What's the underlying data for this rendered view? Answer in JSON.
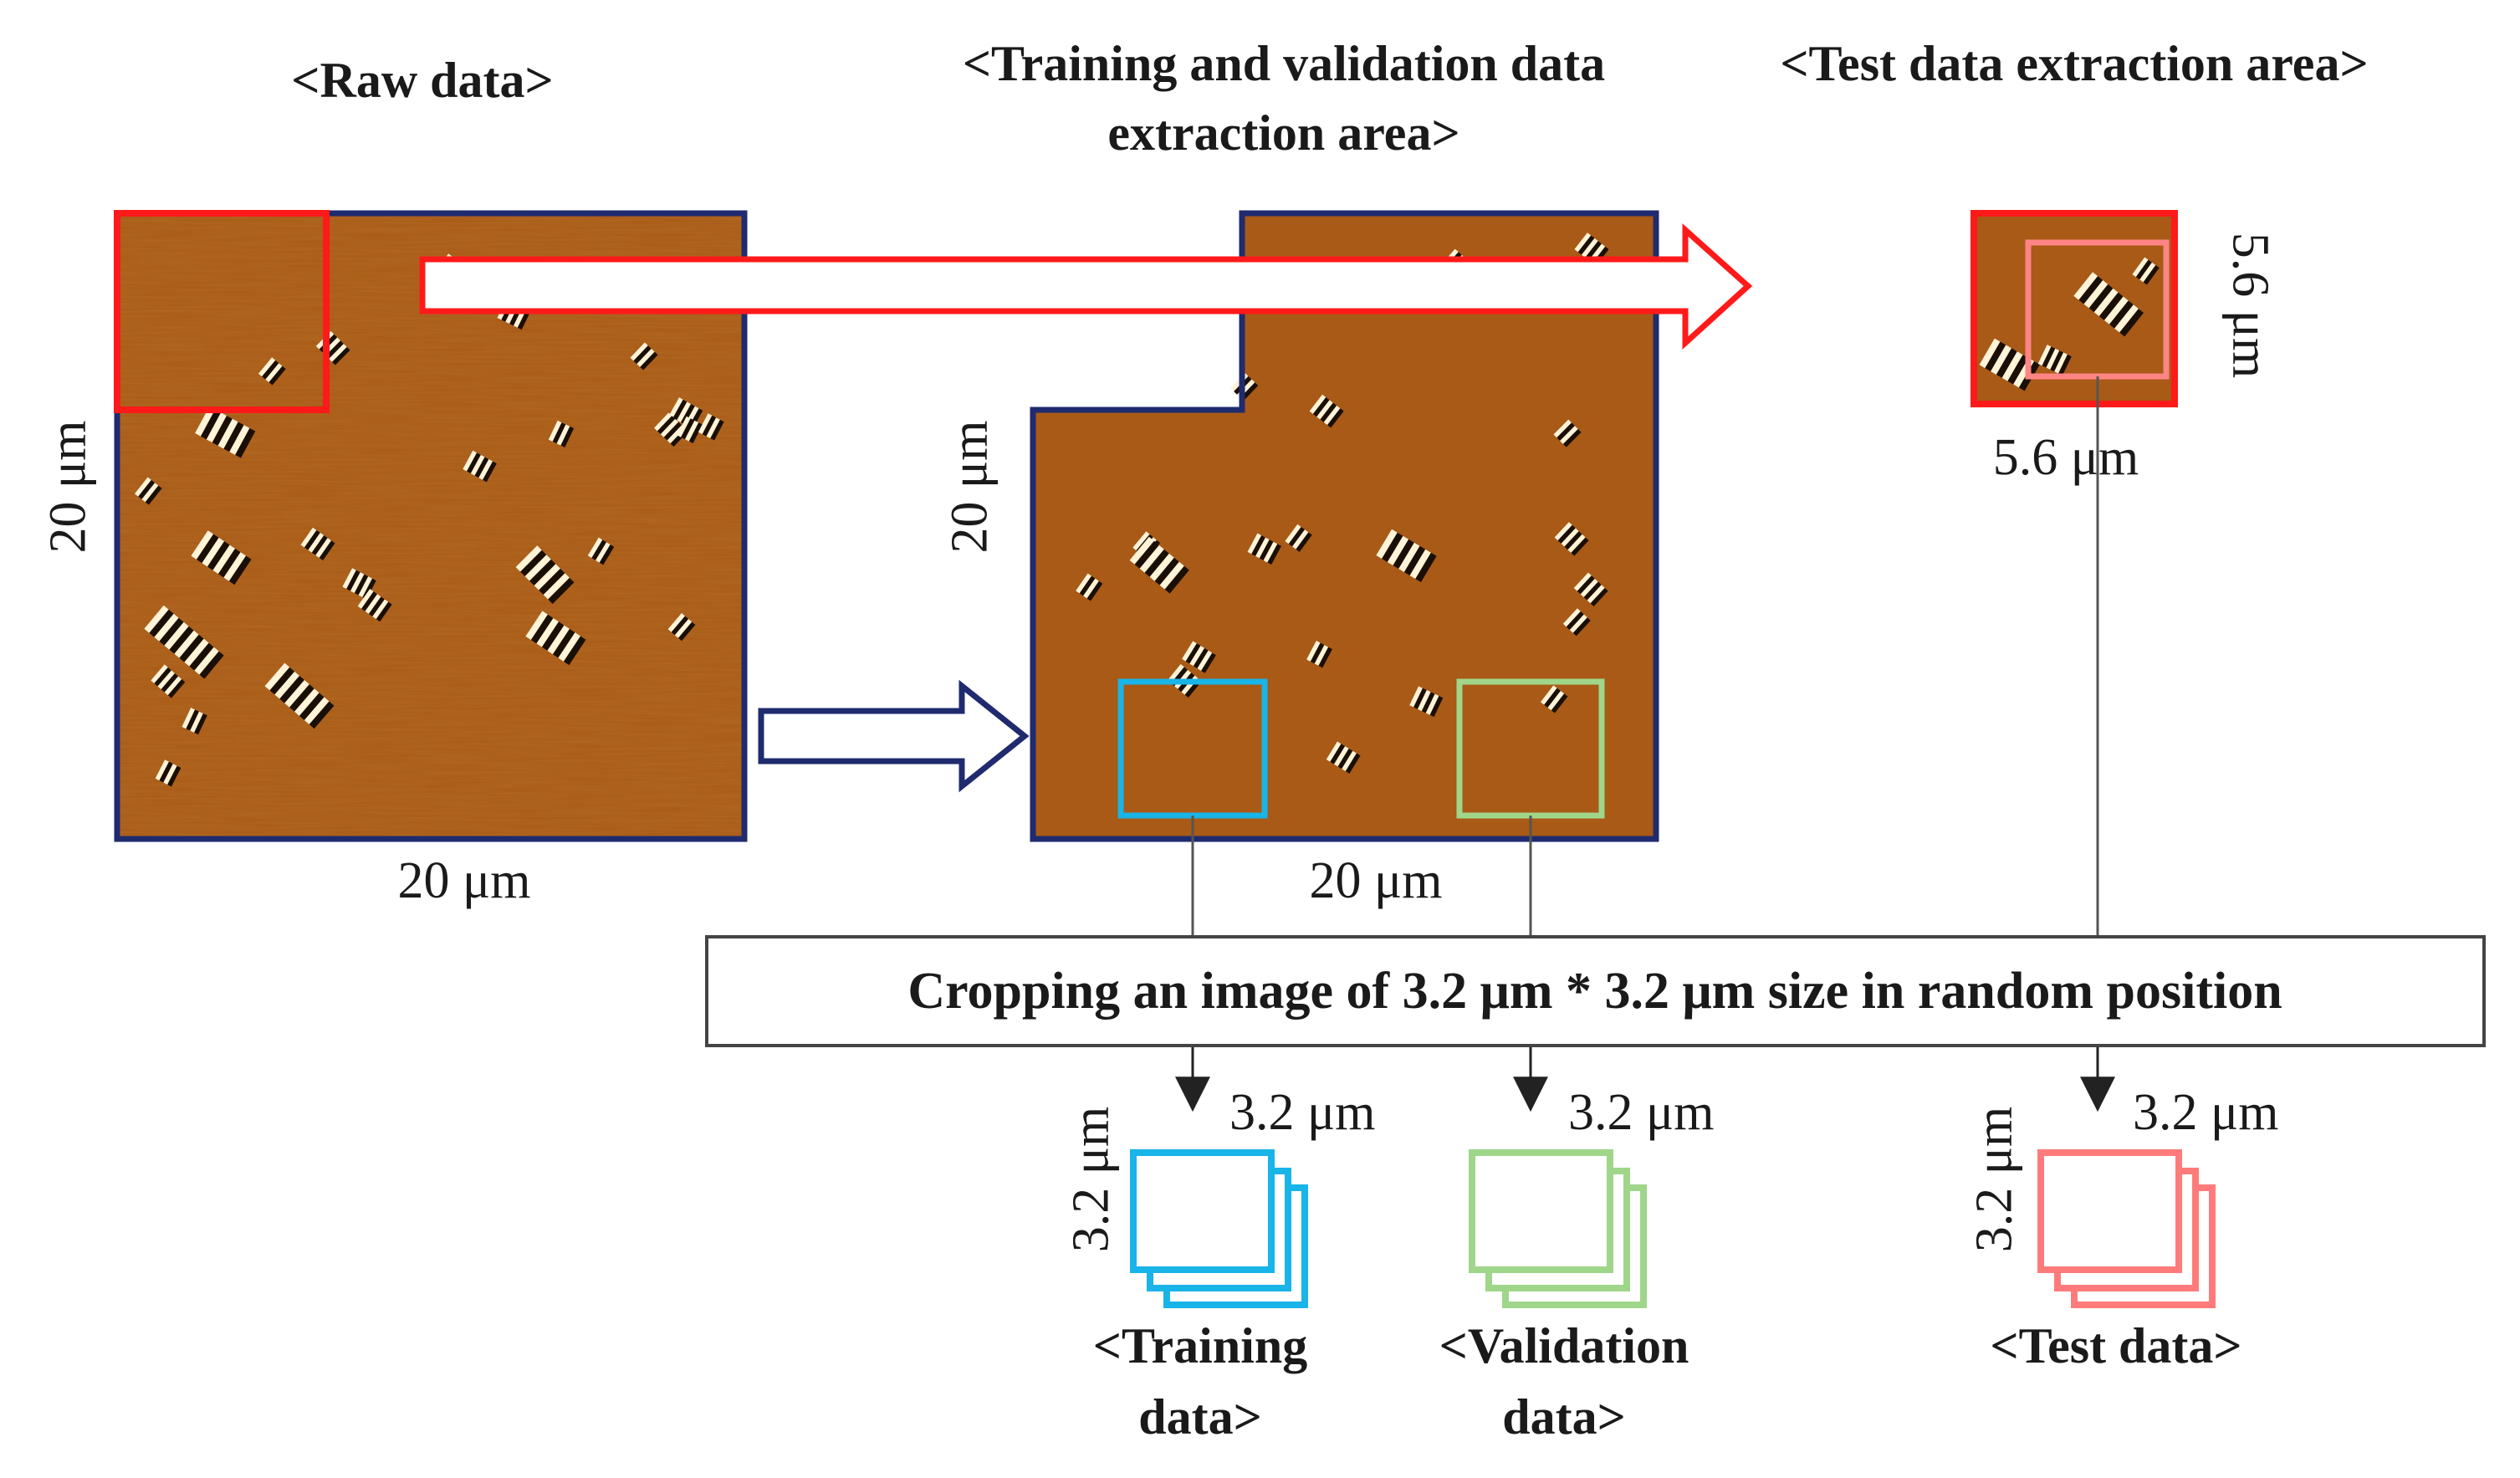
{
  "colors": {
    "raw_outline": "#1f2b6e",
    "test_area_outline": "#ff1a1a",
    "training_crop": "#19b4e8",
    "validation_crop": "#9fd68a",
    "test_crop": "#ff7b7b",
    "afm_base": "#a85a16",
    "connector": "#555555"
  },
  "headers": {
    "raw": "<Raw data>",
    "train_val_line1": "<Training and validation data",
    "train_val_line2": "extraction area>",
    "test_area": "<Test data extraction area>"
  },
  "dims": {
    "raw_height": "20 μm",
    "raw_width": "20 μm",
    "trainval_height": "20 μm",
    "trainval_width": "20 μm",
    "test_width": "5.6 μm",
    "test_height": "5.6 μm",
    "crop_training_w": "3.2 μm",
    "crop_training_h": "3.2 μm",
    "crop_validation_w": "3.2 μm",
    "crop_test_w": "3.2 μm",
    "crop_test_h": "3.2 μm"
  },
  "process_box": {
    "text": "Cropping an image of 3.2 μm * 3.2 μm size in random position"
  },
  "outputs": {
    "training_line1": "<Training",
    "training_line2": "data>",
    "validation_line1": "<Validation",
    "validation_line2": "data>",
    "test": "<Test data>"
  }
}
